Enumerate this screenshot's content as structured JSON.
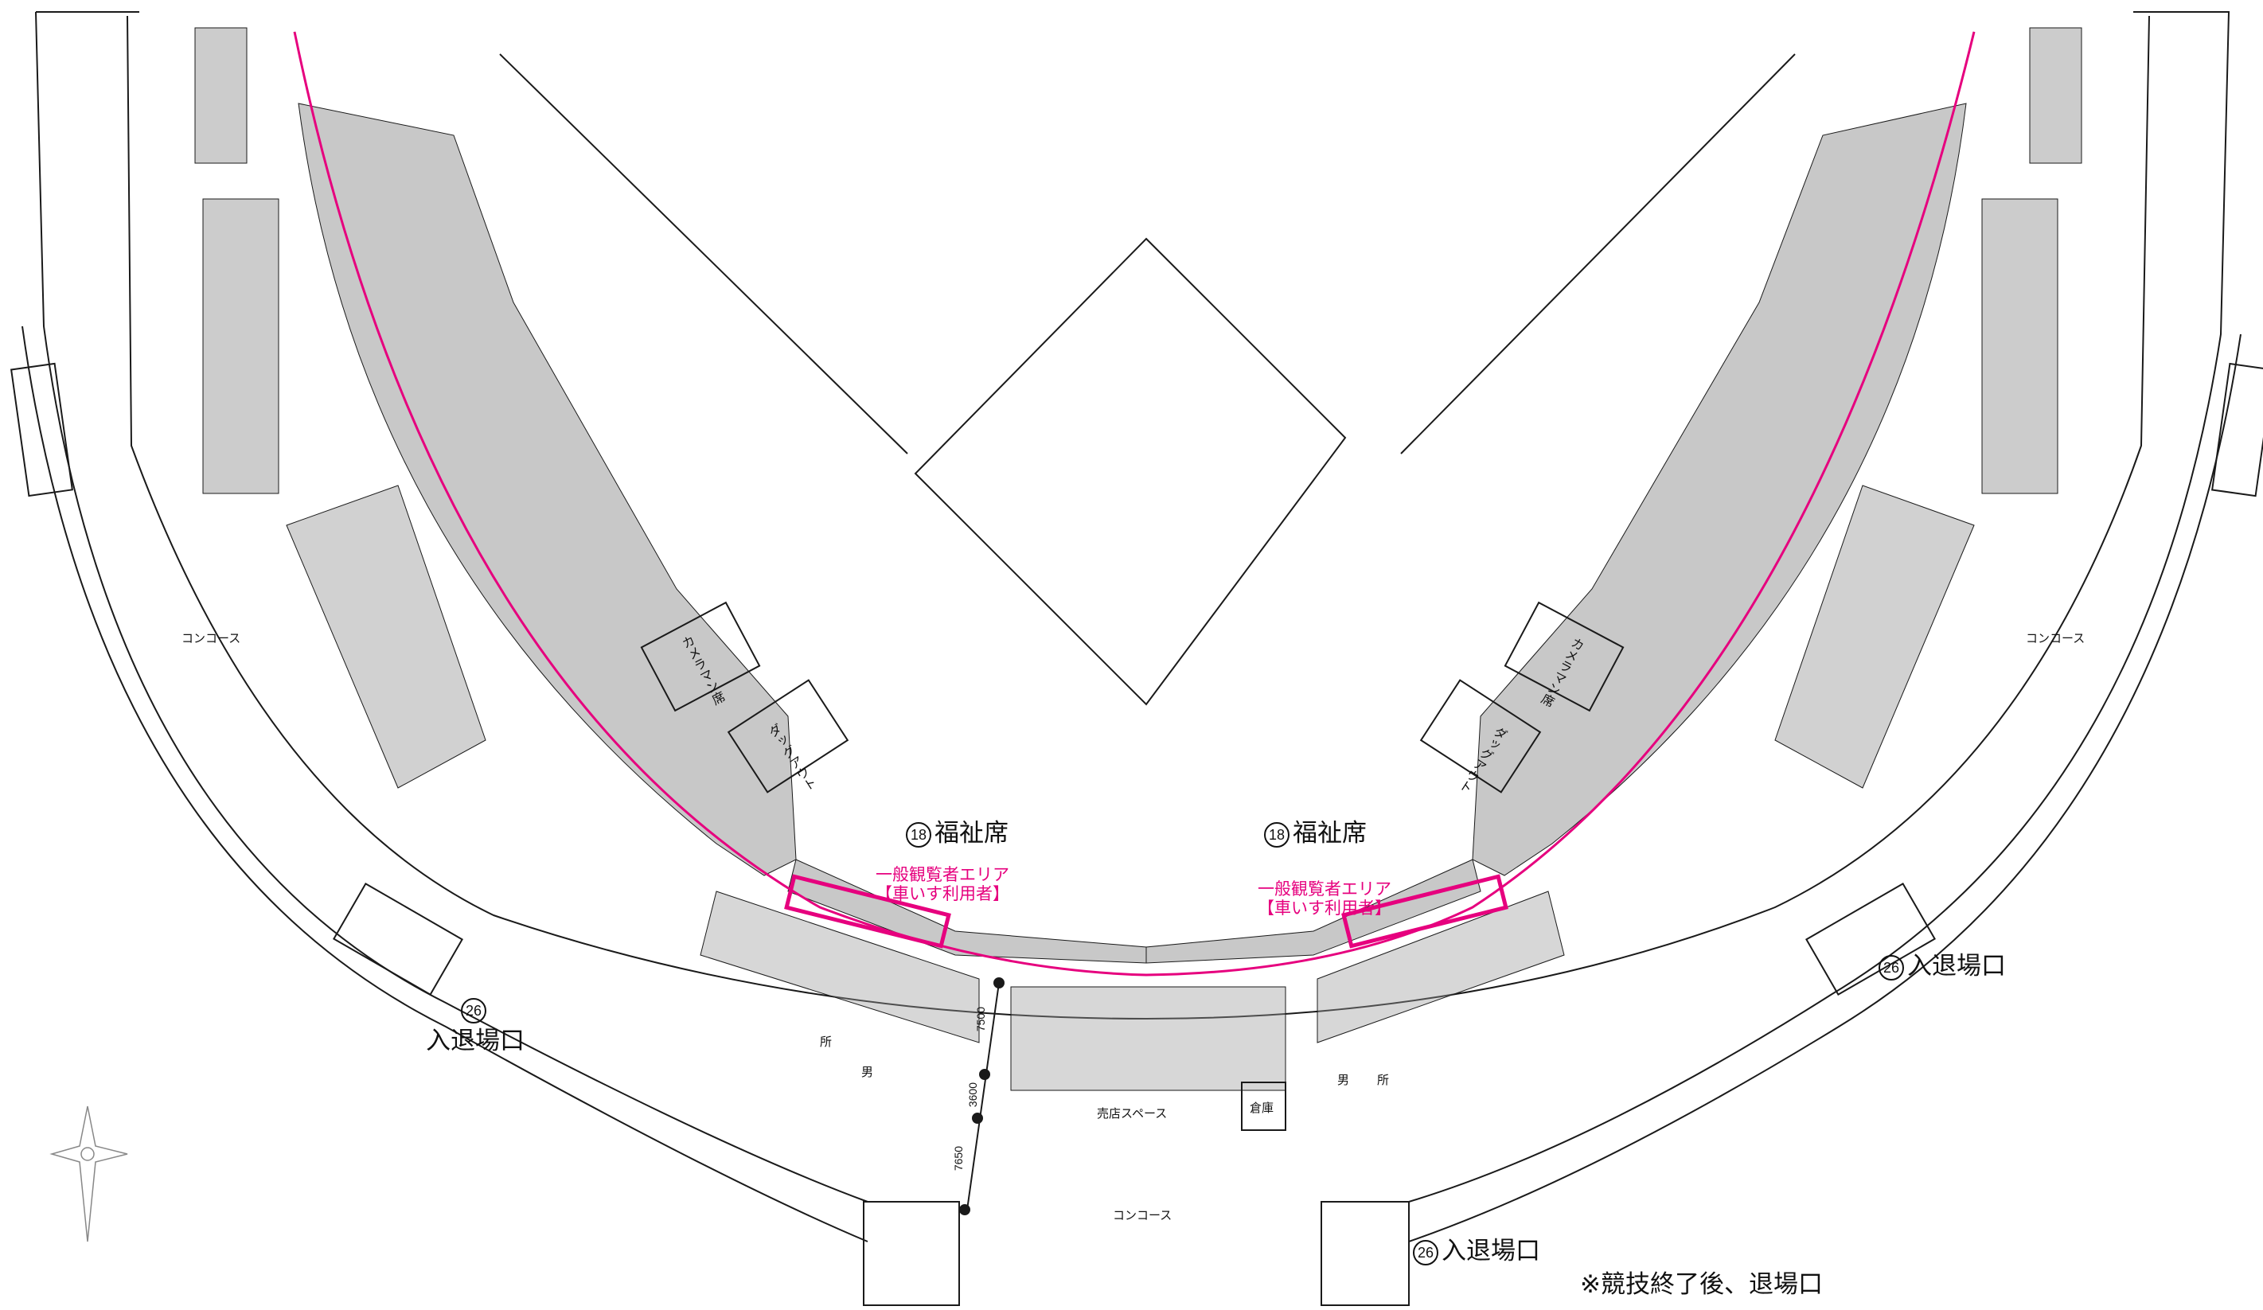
{
  "colors": {
    "line": "#1a1a1a",
    "seat_fill": "#9a9a9a",
    "accent_magenta": "#e6007e",
    "background": "#ffffff"
  },
  "labels": {
    "concourse": "コンコース",
    "camera_seat": "カメラマン席",
    "dugout": "ダッグアウト",
    "store_space": "売店スペース",
    "storage": "倉庫",
    "men_toilet": "男",
    "toilet": "所",
    "welfare_seat_num": "18",
    "welfare_seat": "福祉席",
    "general_area": "一般観覧者エリア",
    "wheelchair_users": "【車いす利用者】",
    "entrance_num": "26",
    "entrance": "入退場口",
    "note": "※競技終了後、退場口"
  },
  "dimensions": {
    "d1": "7500",
    "d2": "3600",
    "d3": "7650"
  },
  "icons": {
    "compass": "north-arrow-icon"
  }
}
